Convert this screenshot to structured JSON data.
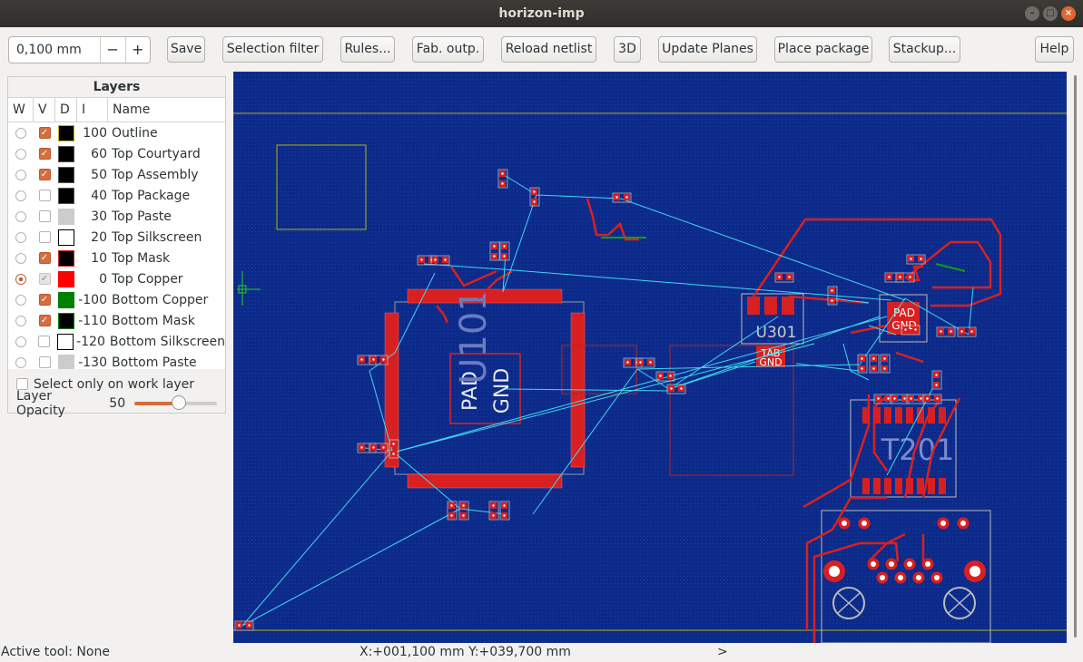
{
  "window": {
    "title": "horizon-imp"
  },
  "toolbar": {
    "grid_value": "0,100 mm",
    "minus": "−",
    "plus": "+",
    "buttons": [
      "Save",
      "Selection filter",
      "Rules...",
      "Fab. outp.",
      "Reload netlist",
      "3D",
      "Update Planes",
      "Place package",
      "Stackup..."
    ],
    "help": "Help"
  },
  "layers_panel": {
    "title": "Layers",
    "columns": [
      "W",
      "V",
      "D",
      "I",
      "Name"
    ],
    "layers": [
      {
        "index": "100",
        "name": "Outline",
        "visible": true,
        "work": false,
        "color": "#000000",
        "swatch_border": "#c8b400"
      },
      {
        "index": "60",
        "name": "Top Courtyard",
        "visible": true,
        "work": false,
        "color": "#000000",
        "swatch_border": "#555555"
      },
      {
        "index": "50",
        "name": "Top Assembly",
        "visible": true,
        "work": false,
        "color": "#000000",
        "swatch_border": "#555555"
      },
      {
        "index": "40",
        "name": "Top Package",
        "visible": false,
        "work": false,
        "color": "#000000",
        "swatch_border": "#555555"
      },
      {
        "index": "30",
        "name": "Top Paste",
        "visible": false,
        "work": false,
        "color": "#cccccc",
        "swatch_border": "#cccccc"
      },
      {
        "index": "20",
        "name": "Top Silkscreen",
        "visible": false,
        "work": false,
        "color": "#ffffff",
        "swatch_border": "#000000"
      },
      {
        "index": "10",
        "name": "Top Mask",
        "visible": true,
        "work": false,
        "color": "#000000",
        "swatch_border": "#cc2222"
      },
      {
        "index": "0",
        "name": "Top Copper",
        "visible": true,
        "work": true,
        "color": "#ff0000",
        "swatch_border": "#ff0000"
      },
      {
        "index": "-100",
        "name": "Bottom Copper",
        "visible": true,
        "work": false,
        "color": "#008000",
        "swatch_border": "#008000"
      },
      {
        "index": "-110",
        "name": "Bottom Mask",
        "visible": true,
        "work": false,
        "color": "#000000",
        "swatch_border": "#008000"
      },
      {
        "index": "-120",
        "name": "Bottom Silkscreen",
        "visible": false,
        "work": false,
        "color": "#ffffff",
        "swatch_border": "#000000"
      },
      {
        "index": "-130",
        "name": "Bottom Paste",
        "visible": false,
        "work": false,
        "color": "#cccccc",
        "swatch_border": "#cccccc"
      }
    ],
    "select_only_label": "Select only on work layer",
    "opacity_label": "Layer Opacity",
    "opacity_value": "50",
    "opacity_fraction": 0.5
  },
  "board": {
    "labels": {
      "pad": "PAD",
      "gnd": "GND",
      "u101": "U101",
      "u301": "U301",
      "tab": "TAB",
      "t201": "T201"
    }
  },
  "status": {
    "active_tool": "Active tool: None",
    "coords": "X:+001,100 mm Y:+039,700 mm",
    "arrow": ">"
  }
}
